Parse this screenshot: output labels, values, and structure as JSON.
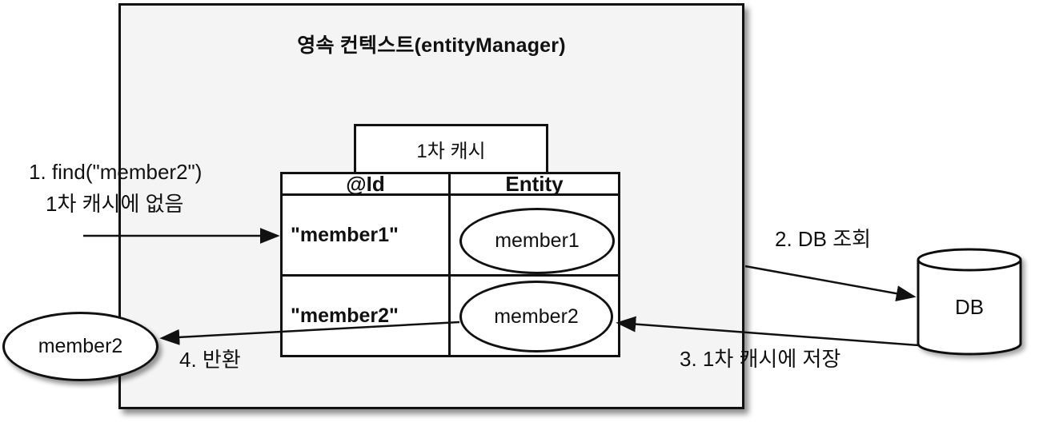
{
  "colors": {
    "background": "#ffffff",
    "context_fill": "#f4f4f4",
    "line": "#111111"
  },
  "context": {
    "title": "영속 컨텍스트(entityManager)"
  },
  "cache": {
    "label": "1차 캐시",
    "table": {
      "headers": [
        "@Id",
        "Entity"
      ],
      "rows": [
        {
          "id": "\"member1\"",
          "entity": "member1"
        },
        {
          "id": "\"member2\"",
          "entity": "member2"
        }
      ]
    }
  },
  "database": {
    "label": "DB"
  },
  "result": {
    "entity": "member2"
  },
  "steps": {
    "step1_line1": "1. find(\"member2\")",
    "step1_line2": "1차 캐시에 없음",
    "step2": "2. DB 조회",
    "step3": "3. 1차 캐시에 저장",
    "step4": "4. 반환"
  }
}
